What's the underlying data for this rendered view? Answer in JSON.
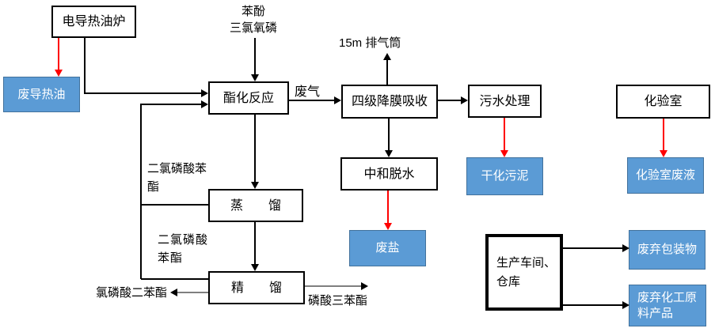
{
  "diagram": {
    "colors": {
      "waste_box_fill": "#5b9bd5",
      "waste_box_border": "#41719c",
      "hazard_arrow": "#ff0000",
      "line_black": "#000000",
      "line_gray": "#7f7f7f"
    },
    "nodes": {
      "electric_heat_oil_furnace": "电导热油炉",
      "esterification_reaction": "酯化反应",
      "four_stage_falling_film_absorption": "四级降膜吸收",
      "sewage_treatment": "污水处理",
      "laboratory": "化验室",
      "neutralization_dewatering": "中和脱水",
      "distillation": "蒸　　馏",
      "rectification": "精　　馏",
      "workshop_warehouse": "生产车间、仓库"
    },
    "waste_nodes": {
      "waste_heat_oil": "废导热油",
      "dried_sludge": "干化污泥",
      "waste_salt": "废盐",
      "lab_waste_liquid": "化验室废液",
      "waste_packaging": "废弃包装物",
      "waste_chemical_raw_products": "废弃化工原料产品"
    },
    "stream_labels": {
      "phenol": "苯酚",
      "phosphorus_oxychloride": "三氯氧磷",
      "exhaust_stack": "15m 排气筒",
      "waste_gas": "废气",
      "dichloro_phenyl_phosphate_upper": "二氯磷酸苯酯",
      "dichloro_phenyl_phosphate_lower": "二氯磷酸苯酯",
      "chlorophosphate_diphenyl_ester": "氯磷酸二苯酯",
      "triphenyl_phosphate": "磷酸三苯酯"
    }
  }
}
